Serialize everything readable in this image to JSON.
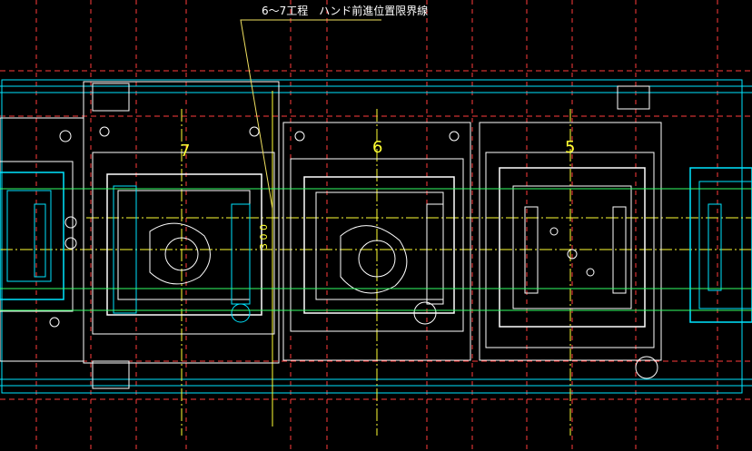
{
  "annotation": {
    "text": "6～7工程　ハンド前進位置限界線"
  },
  "station_numbers": [
    "7",
    "6",
    "5"
  ],
  "dimension_text": "3 0 0",
  "colors": {
    "background": "#000000",
    "outline": "#ffffff",
    "detail": "#00e5ff",
    "centerline": "#ffff33",
    "boundary": "#ff3b3b",
    "green": "#33ff66",
    "leader": "#f0e060"
  }
}
